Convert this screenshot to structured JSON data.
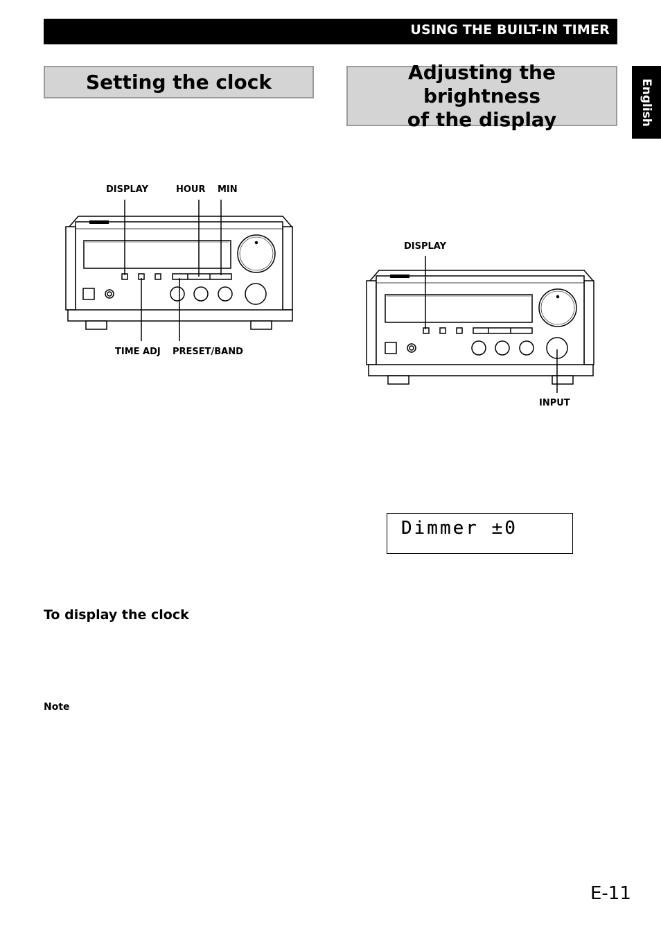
{
  "header": {
    "section": "USING THE BUILT-IN TIMER"
  },
  "side_tab": {
    "language": "English"
  },
  "left": {
    "title": "Setting the clock",
    "diagram_labels": {
      "display": "DISPLAY",
      "hour": "HOUR",
      "min": "MIN",
      "time_adj": "TIME ADJ",
      "preset_band": "PRESET/BAND"
    },
    "subheading": "To display the clock",
    "note": "Note"
  },
  "right": {
    "title_line1": "Adjusting the brightness",
    "title_line2": "of the display",
    "diagram_labels": {
      "display": "DISPLAY",
      "input": "INPUT"
    },
    "lcd_text": "Dimmer ±0"
  },
  "footer": {
    "page_number": "E-11"
  }
}
